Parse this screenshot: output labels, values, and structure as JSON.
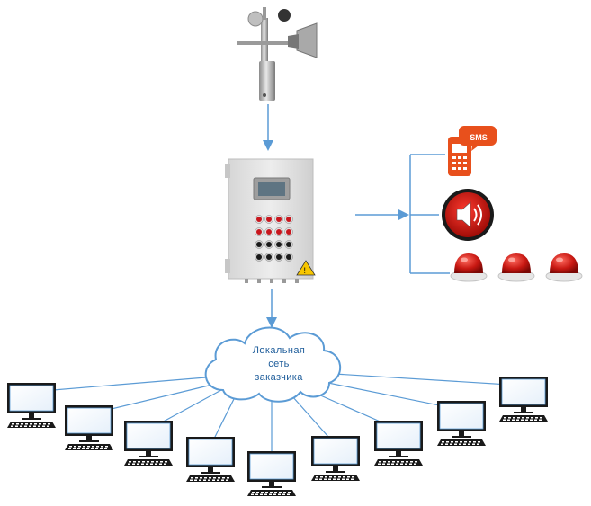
{
  "cloud": {
    "line1": "Локальная",
    "line2": "сеть",
    "line3": "заказчика"
  },
  "sms_label": "SMS",
  "colors": {
    "line": "#5b9bd5",
    "arrow": "#5b9bd5",
    "cloud_fill": "#ffffff",
    "cloud_stroke": "#5b9bd5",
    "cabinet": "#e4e4e4",
    "alarm_red": "#d9201b",
    "sms_orange": "#e8501c",
    "screen_blue": "#2f7fd0"
  },
  "icons": {
    "anemometer": "anemometer-icon",
    "control_cabinet": "control-cabinet-icon",
    "sms_phone": "sms-phone-icon",
    "siren": "siren-icon",
    "beacon": "beacon-light-icon",
    "computer": "computer-icon",
    "cloud": "cloud-icon"
  },
  "computers_count": 9,
  "beacons_count": 3
}
